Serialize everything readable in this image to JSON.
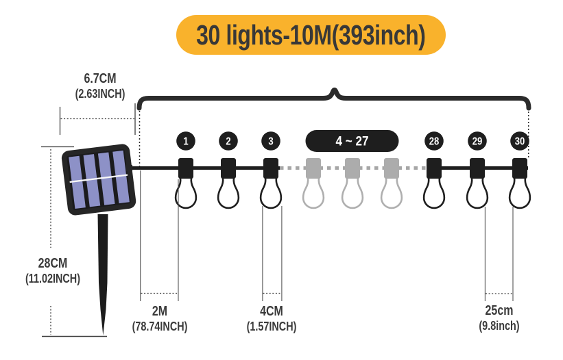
{
  "title_banner": {
    "label": "30 lights-10M(393inch)",
    "bg_color": "#F9B22C",
    "text_color": "#383838"
  },
  "string_lights": {
    "bulb_labels": [
      "1",
      "2",
      "3",
      "4 ~ 27",
      "28",
      "29",
      "30"
    ],
    "total_bulbs_shown": 9
  },
  "measurements": {
    "panel_width": {
      "value": "6.7CM",
      "inches": "(2.63INCH)"
    },
    "stake_height": {
      "value": "28CM",
      "inches": "(11.02INCH)"
    },
    "lead_length": {
      "value": "2M",
      "inches": "(78.74INCH)"
    },
    "bulb_size": {
      "value": "4CM",
      "inches": "(1.57INCH)"
    },
    "bulb_spacing": {
      "value": "25cm",
      "inches": "(9.8inch)"
    }
  },
  "colors": {
    "accent_yellow": "#F9B22C",
    "dark": "#1E1E1E",
    "inactive_gray": "#ACACAC",
    "solar_cell_blue": "#8D91C7"
  }
}
